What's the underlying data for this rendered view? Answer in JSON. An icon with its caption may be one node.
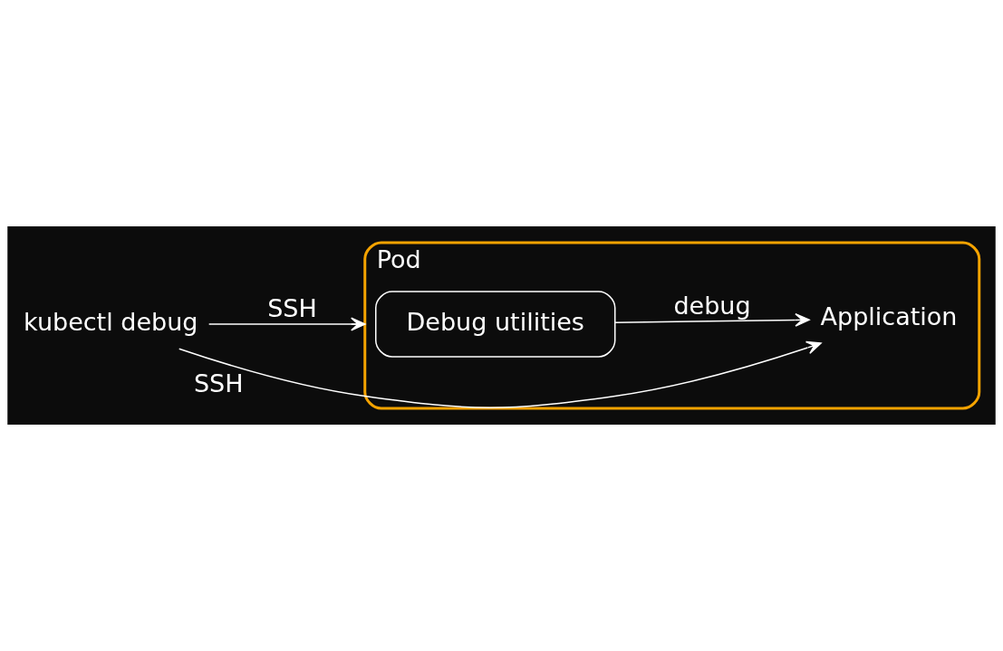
{
  "diagram": {
    "nodes": [
      {
        "text": [
          "kubectl debug"
        ]
      },
      {
        "text": [
          "Pod"
        ]
      },
      {
        "text": [
          "Debug utilities"
        ],
        "in": 1
      },
      {
        "text": [
          "Application"
        ],
        "in": 1
      }
    ],
    "edges": [
      {
        "from": 0,
        "to": 1,
        "arrow": "to",
        "label": "SSH"
      },
      {
        "from": 2,
        "to": 3,
        "arrow": "to",
        "label": "debug"
      },
      {
        "from": 0,
        "to": 3,
        "arrow": "to",
        "label": "SSH"
      }
    ]
  }
}
